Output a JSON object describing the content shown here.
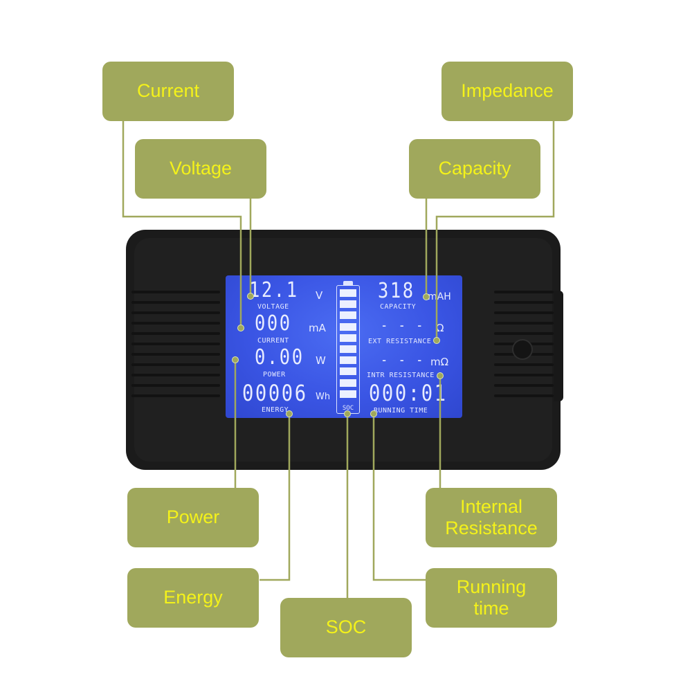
{
  "callouts": {
    "current": "Current",
    "impedance": "Impedance",
    "voltage": "Voltage",
    "capacity": "Capacity",
    "power": "Power",
    "internal_resistance_line1": "Internal",
    "internal_resistance_line2": "Resistance",
    "energy": "Energy",
    "soc": "SOC",
    "running_time_line1": "Running",
    "running_time_line2": "time"
  },
  "display": {
    "voltage_value": "12.1",
    "voltage_unit": "V",
    "voltage_label": "VOLTAGE",
    "current_value": "000",
    "current_unit": "mA",
    "current_label": "CURRENT",
    "power_value": "0.00",
    "power_unit": "W",
    "power_label": "POWER",
    "energy_value": "00006",
    "energy_unit": "Wh",
    "energy_label": "ENERGY",
    "capacity_value": "318",
    "capacity_unit": "mAH",
    "capacity_label": "CAPACITY",
    "ext_resistance_value": "- - -",
    "ext_resistance_unit": "Ω",
    "ext_resistance_label": "EXT RESISTANCE",
    "intr_resistance_value": "- - -",
    "intr_resistance_unit": "mΩ",
    "intr_resistance_label": "INTR RESISTANCE",
    "running_time_value": "000:01",
    "running_time_label": "RUNNING TIME",
    "soc_label": "SOC",
    "soc_segments_lit": 10
  },
  "colors": {
    "callout_bg": "#a0a85c",
    "callout_text": "#f4f21a",
    "lcd_blue": "#3a55e4",
    "leader_line": "#a0a85c"
  }
}
